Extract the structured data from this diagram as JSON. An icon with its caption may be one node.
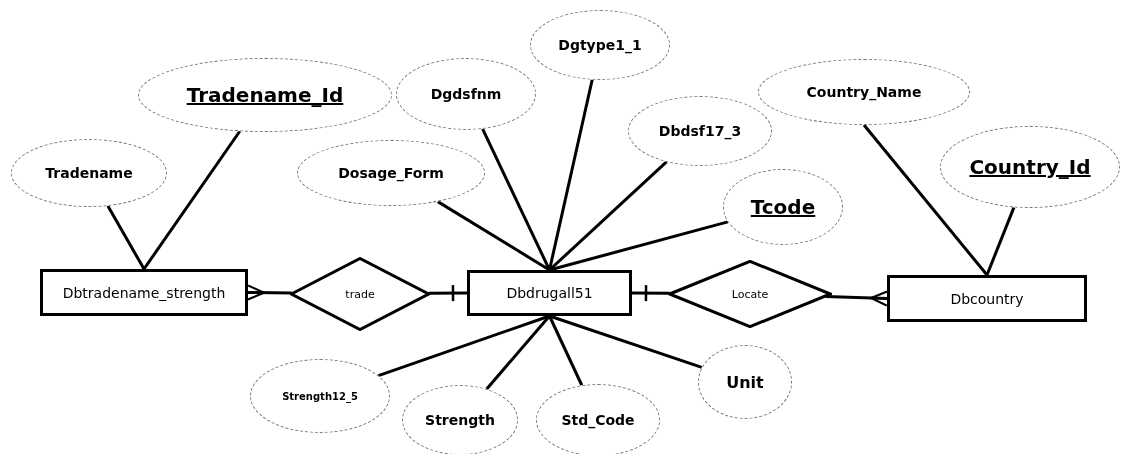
{
  "diagram": {
    "nodes": [
      {
        "text": [
          "Dgtype1_1"
        ]
      },
      {
        "text": [
          "Tradename_Id"
        ]
      },
      {
        "text": [
          "Dgdsfnm"
        ]
      },
      {
        "text": [
          "Country_Name"
        ]
      },
      {
        "text": [
          "Dbdsf17_3"
        ]
      },
      {
        "text": [
          "Tradename"
        ]
      },
      {
        "text": [
          "Dosage_Form"
        ]
      },
      {
        "text": [
          "Country_Id"
        ]
      },
      {
        "text": [
          "Tcode"
        ]
      },
      {
        "text": [
          "Dbtradename_strength"
        ]
      },
      {
        "text": [
          "trade"
        ]
      },
      {
        "text": [
          "Dbdrugall51"
        ]
      },
      {
        "text": [
          "Locate"
        ]
      },
      {
        "text": [
          "Dbcountry"
        ]
      },
      {
        "text": [
          "Unit"
        ]
      },
      {
        "text": [
          "Strength12_5"
        ]
      },
      {
        "text": [
          "Strength"
        ]
      },
      {
        "text": [
          "Std_Code"
        ]
      }
    ],
    "edges": [
      {
        "from": 1,
        "to": 9,
        "arrow": "none"
      },
      {
        "from": 5,
        "to": 9,
        "arrow": "none"
      },
      {
        "from": 0,
        "to": 11,
        "arrow": "none"
      },
      {
        "from": 2,
        "to": 11,
        "arrow": "none"
      },
      {
        "from": 6,
        "to": 11,
        "arrow": "none"
      },
      {
        "from": 4,
        "to": 11,
        "arrow": "none"
      },
      {
        "from": 8,
        "to": 11,
        "arrow": "none"
      },
      {
        "from": 3,
        "to": 13,
        "arrow": "none"
      },
      {
        "from": 7,
        "to": 13,
        "arrow": "none"
      },
      {
        "from": 10,
        "to": 9,
        "arrow": "other"
      },
      {
        "from": 10,
        "to": 11,
        "arrow": "other"
      },
      {
        "from": 12,
        "to": 11,
        "arrow": "other"
      },
      {
        "from": 12,
        "to": 13,
        "arrow": "other"
      },
      {
        "from": 15,
        "to": 11,
        "arrow": "none"
      },
      {
        "from": 16,
        "to": 11,
        "arrow": "none"
      },
      {
        "from": 17,
        "to": 11,
        "arrow": "none"
      },
      {
        "from": 14,
        "to": 11,
        "arrow": "none"
      }
    ]
  }
}
